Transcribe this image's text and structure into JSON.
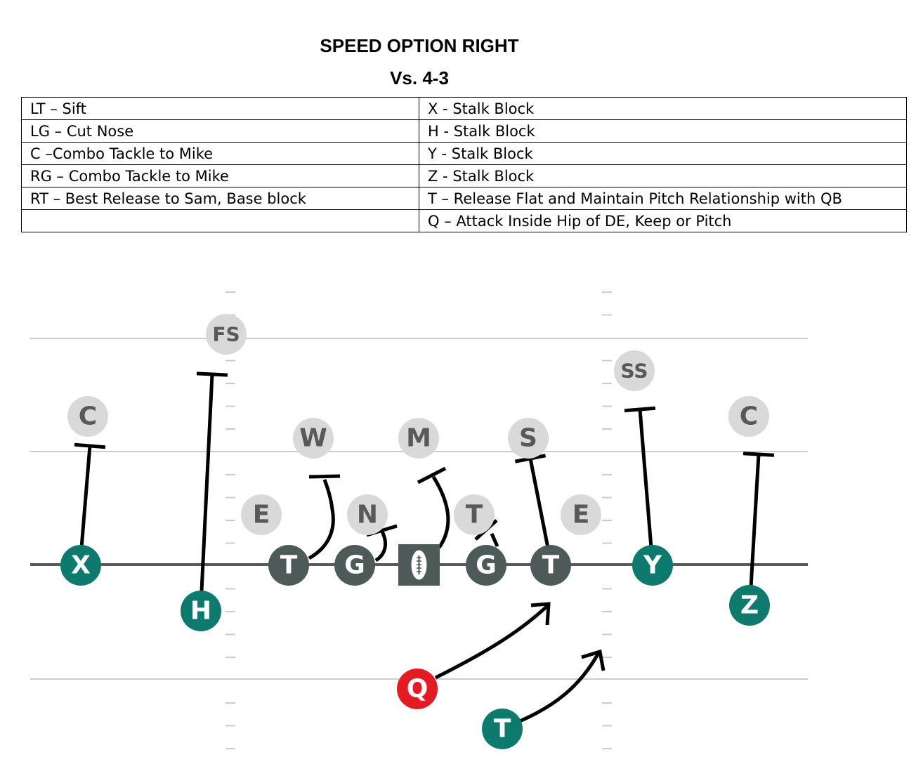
{
  "title": "SPEED OPTION RIGHT",
  "subtitle": "Vs. 4-3",
  "assignments": [
    {
      "left": "LT – Sift",
      "right": "X - Stalk Block"
    },
    {
      "left": "LG – Cut Nose",
      "right": "H - Stalk Block"
    },
    {
      "left": "C –Combo Tackle to Mike",
      "right": "Y - Stalk Block"
    },
    {
      "left": "RG – Combo Tackle to Mike",
      "right": "Z - Stalk Block"
    },
    {
      "left": "RT – Best Release to Sam, Base block",
      "right": "T – Release Flat and Maintain Pitch Relationship with QB"
    },
    {
      "left": "",
      "right": "Q – Attack Inside Hip of DE, Keep or Pitch"
    }
  ],
  "diagram": {
    "colors": {
      "defense": "#d9d9d9",
      "defense_text": "#595959",
      "lineman": "#4d5a58",
      "skill": "#0e7a6e",
      "quarterback": "#e31b23",
      "route": "#000000",
      "line_of_scrimmage": "#595959",
      "yard_line": "#cccccc"
    },
    "defense": [
      {
        "id": "fs",
        "label": "FS"
      },
      {
        "id": "ss",
        "label": "SS"
      },
      {
        "id": "c-left",
        "label": "C"
      },
      {
        "id": "c-right",
        "label": "C"
      },
      {
        "id": "w",
        "label": "W"
      },
      {
        "id": "m",
        "label": "M"
      },
      {
        "id": "s",
        "label": "S"
      },
      {
        "id": "e-left",
        "label": "E"
      },
      {
        "id": "n",
        "label": "N"
      },
      {
        "id": "t",
        "label": "T"
      },
      {
        "id": "e-right",
        "label": "E"
      }
    ],
    "offense": [
      {
        "id": "x",
        "label": "X",
        "role": "skill"
      },
      {
        "id": "h",
        "label": "H",
        "role": "skill"
      },
      {
        "id": "lt",
        "label": "T",
        "role": "lineman"
      },
      {
        "id": "lg",
        "label": "G",
        "role": "lineman"
      },
      {
        "id": "rg",
        "label": "G",
        "role": "lineman"
      },
      {
        "id": "rt",
        "label": "T",
        "role": "lineman"
      },
      {
        "id": "y",
        "label": "Y",
        "role": "skill"
      },
      {
        "id": "z",
        "label": "Z",
        "role": "skill"
      },
      {
        "id": "q",
        "label": "Q",
        "role": "quarterback"
      },
      {
        "id": "tb",
        "label": "T",
        "role": "skill"
      }
    ],
    "center": {
      "id": "c",
      "icon": "football-icon"
    }
  }
}
